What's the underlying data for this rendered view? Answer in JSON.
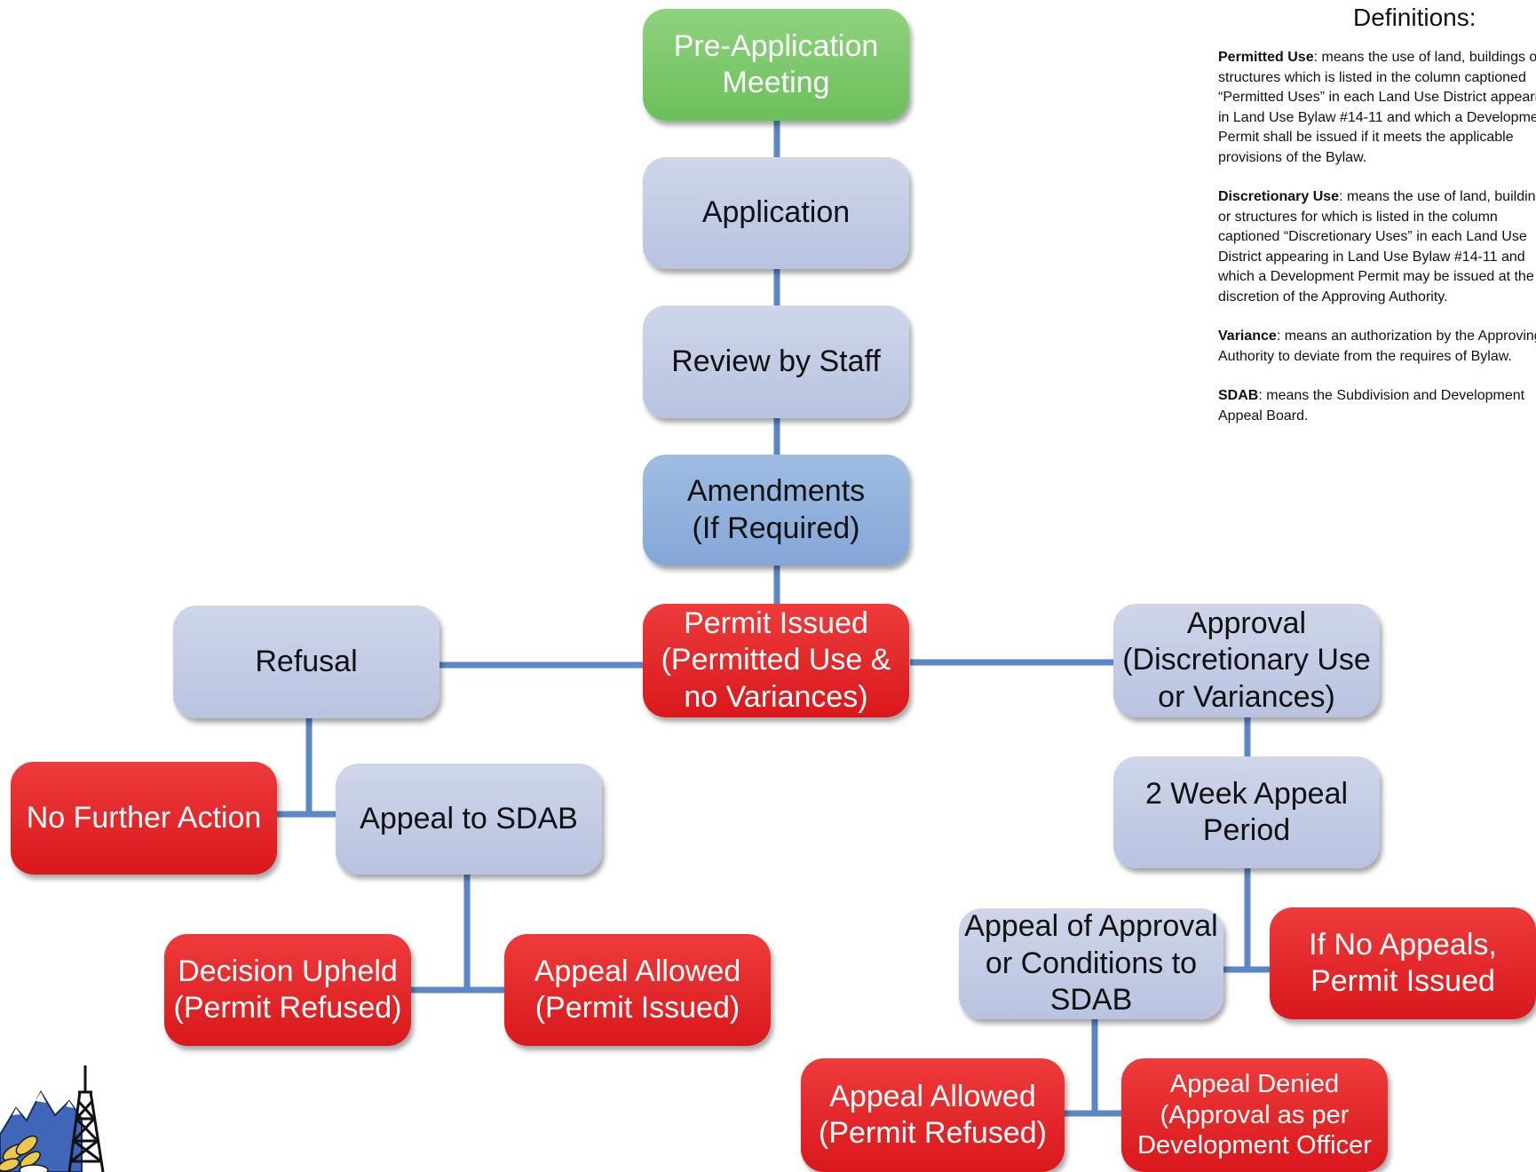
{
  "colors": {
    "connector": "#5b87c6",
    "box_grey": "#c2cbe5",
    "box_red": "#e0201f",
    "box_green": "#78c46a",
    "box_blue": "#8fb0dd"
  },
  "nodes": {
    "pre_application": "Pre-Application\nMeeting",
    "application": "Application",
    "review": "Review by Staff",
    "amendments": "Amendments\n(If Required)",
    "permit_issued": "Permit Issued\n(Permitted Use &\nno Variances)",
    "refusal": "Refusal",
    "approval": "Approval\n(Discretionary Use\nor Variances)",
    "no_further_action": "No Further Action",
    "appeal_sdab": "Appeal to SDAB",
    "decision_upheld": "Decision Upheld\n(Permit Refused)",
    "appeal_allowed_issued": "Appeal Allowed\n(Permit Issued)",
    "two_week": "2 Week Appeal\nPeriod",
    "appeal_of_approval": "Appeal of Approval\nor Conditions to\nSDAB",
    "if_no_appeals": "If No Appeals,\nPermit Issued",
    "appeal_allowed_refused": "Appeal Allowed\n(Permit Refused)",
    "appeal_denied": "Appeal Denied\n(Approval as per\nDevelopment Officer"
  },
  "definitions": {
    "title": "Definitions:",
    "items": [
      {
        "term": "Permitted Use",
        "text": ": means the use of land, buildings or structures which is listed in the column captioned “Permitted Uses” in each Land Use District appearing in Land Use Bylaw #14-11 and which a Development Permit shall be issued if it meets the applicable provisions of the Bylaw."
      },
      {
        "term": "Discretionary Use",
        "text": ": means the use of land, buildings or structures for which is listed in the column captioned “Discretionary Uses” in each Land Use District appearing in Land Use Bylaw #14-11 and which a Development Permit may be issued at the discretion of the Approving Authority."
      },
      {
        "term": "Variance",
        "text": ": means an authorization by the Approving Authority to deviate from the requires of Bylaw."
      },
      {
        "term": "SDAB",
        "text": ": means the Subdivision and Development Appeal Board."
      }
    ]
  }
}
